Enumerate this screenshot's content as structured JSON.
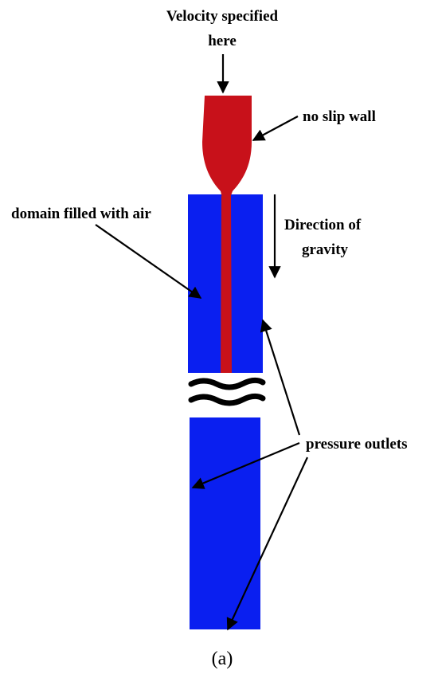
{
  "labels": {
    "velocity_line1": "Velocity specified",
    "velocity_line2": "here",
    "no_slip_wall": "no slip wall",
    "domain_air": "domain filled with air",
    "gravity_line1": "Direction of",
    "gravity_line2": "gravity",
    "pressure_outlets": "pressure outlets",
    "caption": "(a)"
  },
  "colors": {
    "liquid": "#c8111a",
    "air_domain": "#0a1ff0",
    "arrows": "#000000",
    "break_symbol": "#000000"
  }
}
